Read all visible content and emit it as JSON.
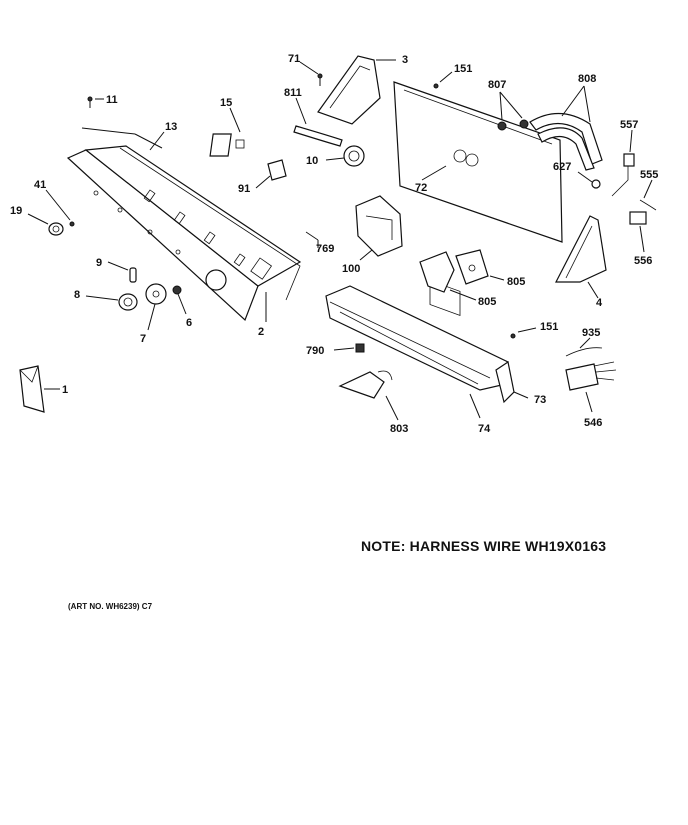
{
  "labels": {
    "p1": "1",
    "p2": "2",
    "p3": "3",
    "p4": "4",
    "p6": "6",
    "p7": "7",
    "p8": "8",
    "p9": "9",
    "p10": "10",
    "p11": "11",
    "p13": "13",
    "p15": "15",
    "p19": "19",
    "p41": "41",
    "p71": "71",
    "p72": "72",
    "p73": "73",
    "p74": "74",
    "p91": "91",
    "p100": "100",
    "p151a": "151",
    "p151b": "151",
    "p546": "546",
    "p555": "555",
    "p556": "556",
    "p557": "557",
    "p627": "627",
    "p769": "769",
    "p790": "790",
    "p803": "803",
    "p805a": "805",
    "p805b": "805",
    "p807": "807",
    "p808": "808",
    "p811": "811",
    "p935": "935"
  },
  "note": "NOTE: HARNESS WIRE WH19X0163",
  "art_no": "(ART NO. WH6239) C7"
}
